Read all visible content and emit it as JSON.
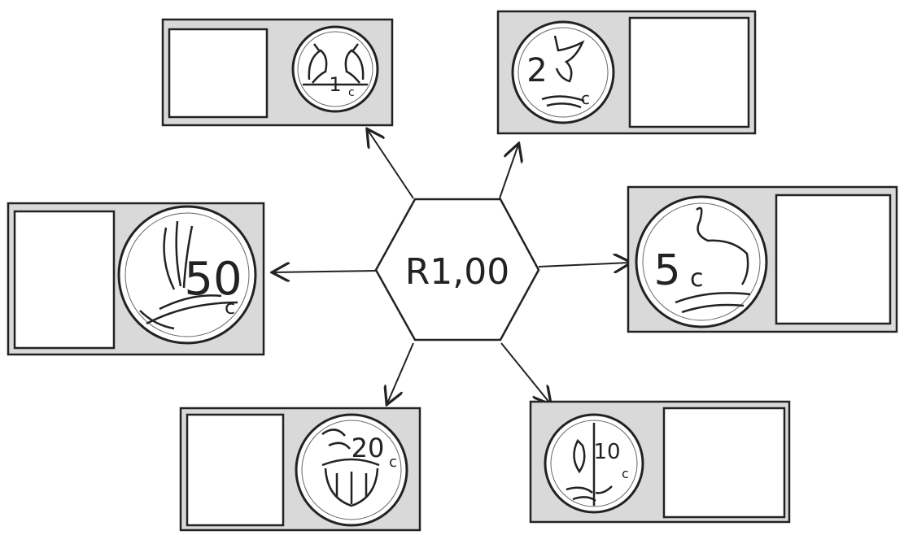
{
  "worksheet": {
    "center": {
      "amount": "R1,00"
    },
    "coins": [
      {
        "id": "1c",
        "numeral": "1",
        "unit": "c",
        "image": "two-birds-icon"
      },
      {
        "id": "2c",
        "numeral": "2",
        "unit": "c",
        "image": "eagle-icon"
      },
      {
        "id": "5c",
        "numeral": "5",
        "unit": "c",
        "image": "crane-icon"
      },
      {
        "id": "10c",
        "numeral": "10",
        "unit": "c",
        "image": "arum-lily-icon"
      },
      {
        "id": "20c",
        "numeral": "20",
        "unit": "c",
        "image": "protea-icon"
      },
      {
        "id": "50c",
        "numeral": "50",
        "unit": "c",
        "image": "strelitzia-icon"
      }
    ]
  }
}
